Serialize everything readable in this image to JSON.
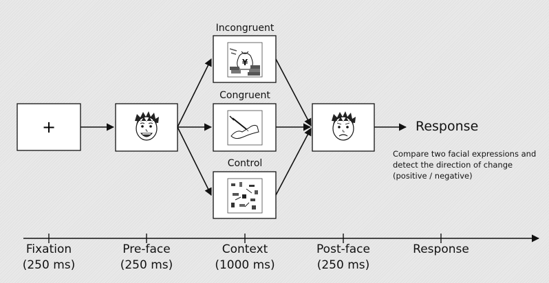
{
  "diagram": {
    "fixation_symbol": "+",
    "conditions": [
      {
        "key": "incongruent",
        "label": "Incongruent"
      },
      {
        "key": "congruent",
        "label": "Congruent"
      },
      {
        "key": "control",
        "label": "Control"
      }
    ],
    "response_label": "Response",
    "task_description": [
      "Compare two facial expressions and",
      "detect the direction of change",
      "(positive / negative)"
    ]
  },
  "timeline": {
    "stages": [
      {
        "name": "Fixation",
        "duration": "(250 ms)"
      },
      {
        "name": "Pre-face",
        "duration": "(250 ms)"
      },
      {
        "name": "Context",
        "duration": "(1000 ms)"
      },
      {
        "name": "Post-face",
        "duration": "(250 ms)"
      },
      {
        "name": "Response",
        "duration": ""
      }
    ]
  }
}
